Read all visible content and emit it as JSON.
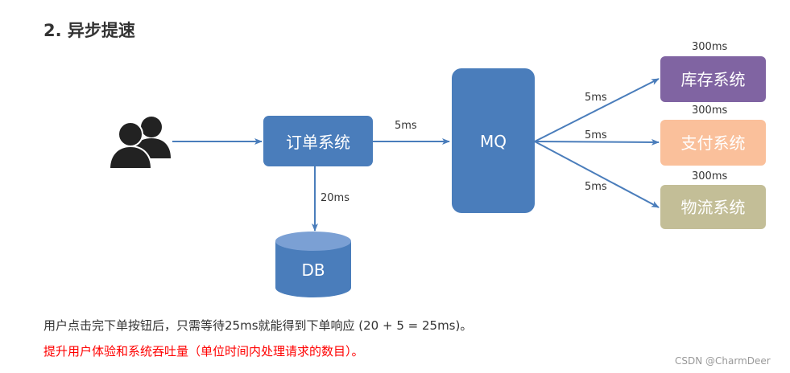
{
  "heading": "2. 异步提速",
  "nodes": {
    "order": "订单系统",
    "mq": "MQ",
    "db": "DB",
    "inventory": "库存系统",
    "payment": "支付系统",
    "logistics": "物流系统"
  },
  "edge_labels": {
    "order_to_mq": "5ms",
    "order_to_db": "20ms",
    "mq_to_inventory": "5ms",
    "mq_to_payment": "5ms",
    "mq_to_logistics": "5ms"
  },
  "timing_labels": {
    "inventory": "300ms",
    "payment": "300ms",
    "logistics": "300ms"
  },
  "captions": {
    "line1": "用户点击完下单按钮后，只需等待25ms就能得到下单响应 (20 + 5 = 25ms)。",
    "line2": "提升用户体验和系统吞吐量（单位时间内处理请求的数目）。"
  },
  "watermark": "CSDN @CharmDeer",
  "colors": {
    "blue": "#4a7dbb",
    "purple": "#8064a2",
    "peach": "#fac09b",
    "khaki": "#c3be97",
    "highlight_red": "#ff0000",
    "user_icon": "#222222"
  },
  "icons": {
    "user": "users-icon"
  }
}
